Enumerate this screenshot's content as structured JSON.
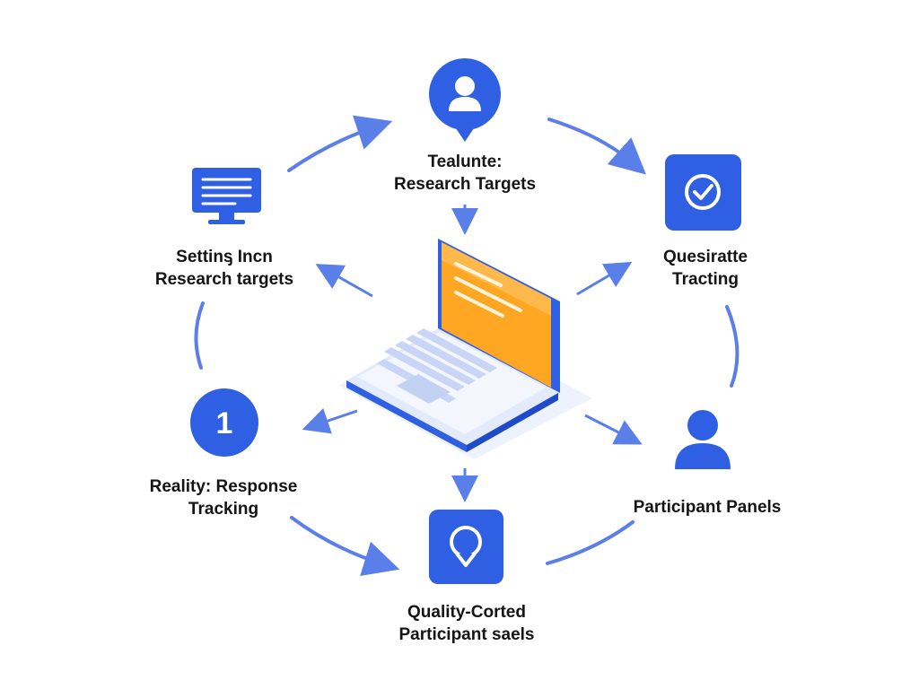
{
  "colors": {
    "primary": "#2f5fe3",
    "arrow": "#5b7fe8",
    "screen": "#ffa623",
    "keyboard": "#e9eefb",
    "base_shadow": "#eef2fc"
  },
  "nodes": {
    "top": {
      "icon": "user-pin-icon",
      "line1": "Tealunte:",
      "line2": "Research Targets"
    },
    "top_right": {
      "icon": "check-badge-icon",
      "line1": "Quesiratte",
      "line2": "Tracting"
    },
    "bottom_right": {
      "icon": "user-icon",
      "line1": "Participant Panels",
      "line2": ""
    },
    "bottom": {
      "icon": "chat-pin-icon",
      "line1": "Quality-Corted",
      "line2": "Participant saels"
    },
    "bottom_left": {
      "icon": "number-one-badge-icon",
      "badge_text": "1",
      "line1": "Reality: Response",
      "line2": "Tracking"
    },
    "top_left": {
      "icon": "monitor-icon",
      "line1": "Settinᶊ Incn",
      "line2": "Research targets"
    }
  },
  "center": {
    "icon": "laptop-icon"
  }
}
